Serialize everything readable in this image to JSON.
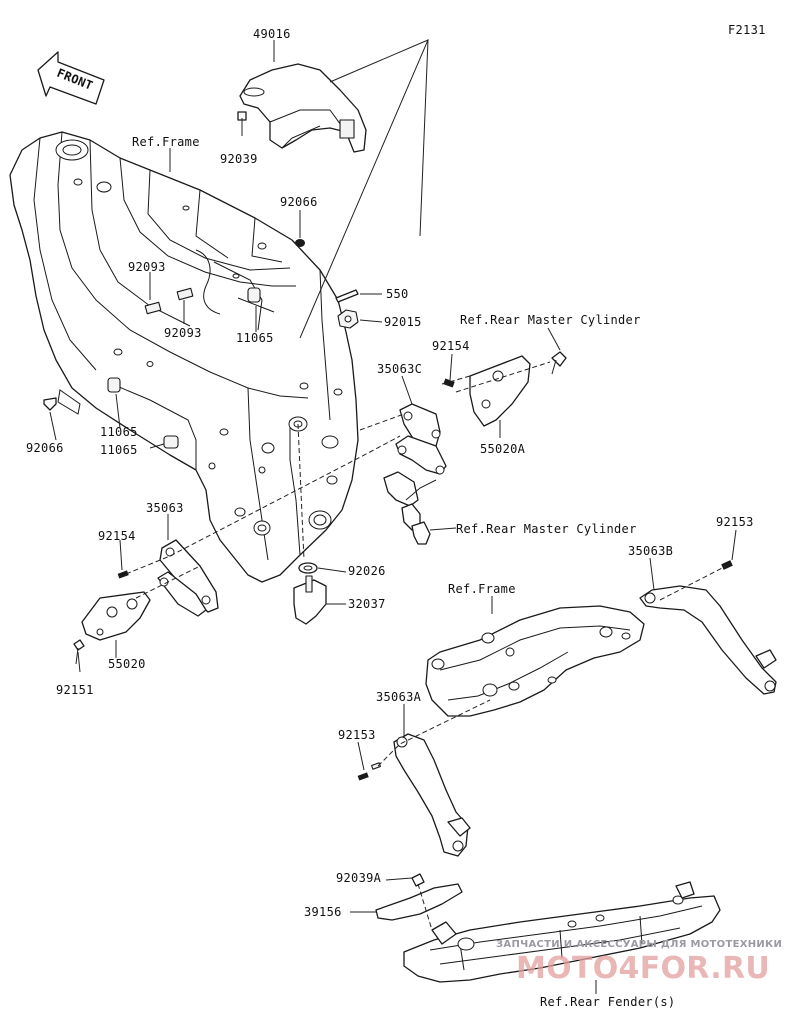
{
  "diagram_code": "F2131",
  "front_label": "FRONT",
  "labels": {
    "p49016": "49016",
    "p92039": "92039",
    "ref_frame_top": "Ref.Frame",
    "p92066_top": "92066",
    "p92093_a": "92093",
    "p92093_b": "92093",
    "p11065_a": "11065",
    "p550": "550",
    "p92015": "92015",
    "ref_rear_master_cyl_top": "Ref.Rear Master Cylinder",
    "p92154_right": "92154",
    "p35063C": "35063C",
    "p55020A": "55020A",
    "p92066_left": "92066",
    "p11065_b": "11065",
    "p11065_c": "11065",
    "p35063": "35063",
    "p92154_left": "92154",
    "ref_rear_master_cyl_mid": "Ref.Rear Master Cylinder",
    "p92026": "92026",
    "p32037": "32037",
    "p55020": "55020",
    "p92151": "92151",
    "p92153_right": "92153",
    "p35063B": "35063B",
    "ref_frame_sub": "Ref.Frame",
    "p35063A": "35063A",
    "p92153_left": "92153",
    "p92039A": "92039A",
    "p39156": "39156",
    "ref_rear_fender": "Ref.Rear Fender(s)"
  },
  "watermark": {
    "tagline": "ЗАПЧАСТИ И АКСЕССУАРЫ ДЛЯ МОТОТЕХНИКИ",
    "logo": "MOTO4FOR.RU"
  }
}
